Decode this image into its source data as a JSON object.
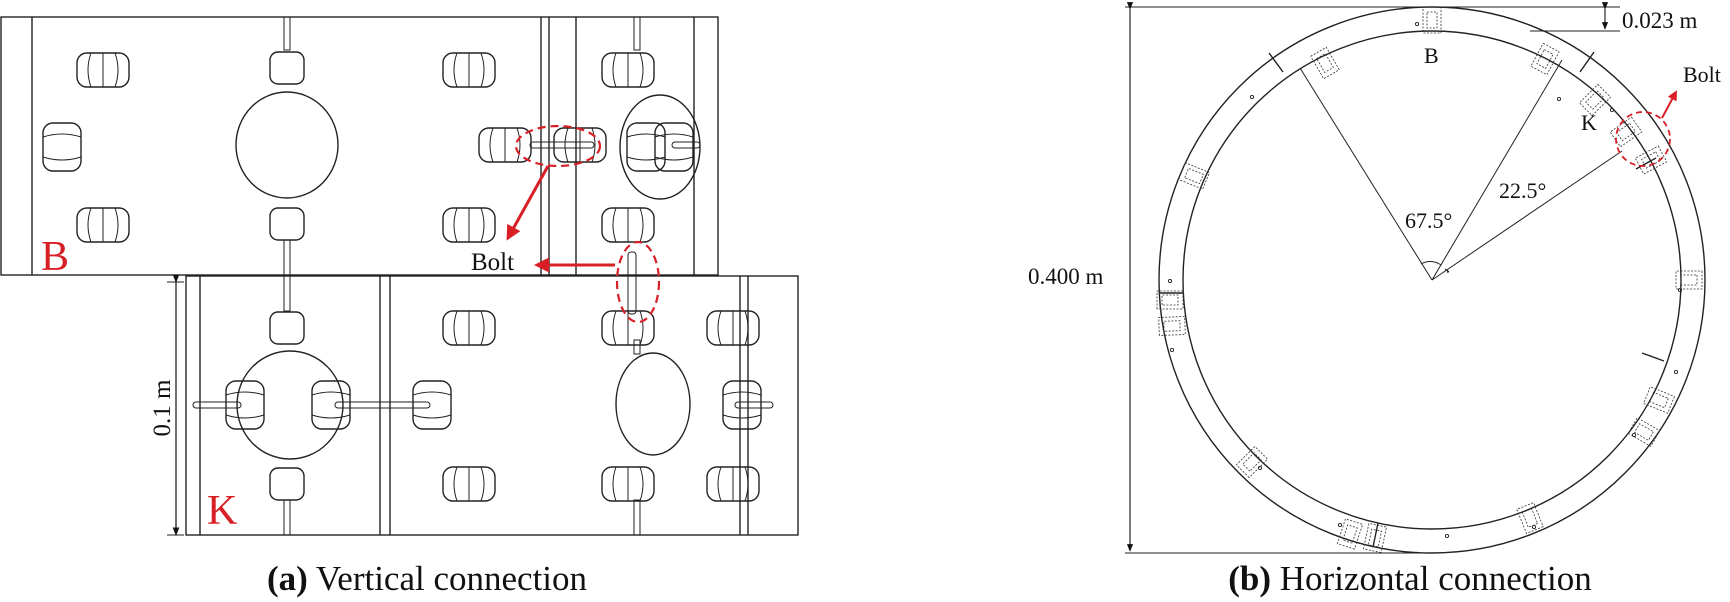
{
  "panel_a": {
    "caption_bold": "(a)",
    "caption_text": " Vertical connection",
    "label_b": "B",
    "label_k": "K",
    "bolt_label": "Bolt",
    "dimension_label": "0.1 m"
  },
  "panel_b": {
    "caption_bold": "(b)",
    "caption_text": " Horizontal connection",
    "label_b": "B",
    "label_k": "K",
    "bolt_label": "Bolt",
    "thickness_label": "0.023 m",
    "diameter_label": "0.400 m",
    "angle_large": "67.5°",
    "angle_small": "22.5°"
  },
  "colors": {
    "annotation_red": "#d81f26",
    "line": "#222222"
  }
}
